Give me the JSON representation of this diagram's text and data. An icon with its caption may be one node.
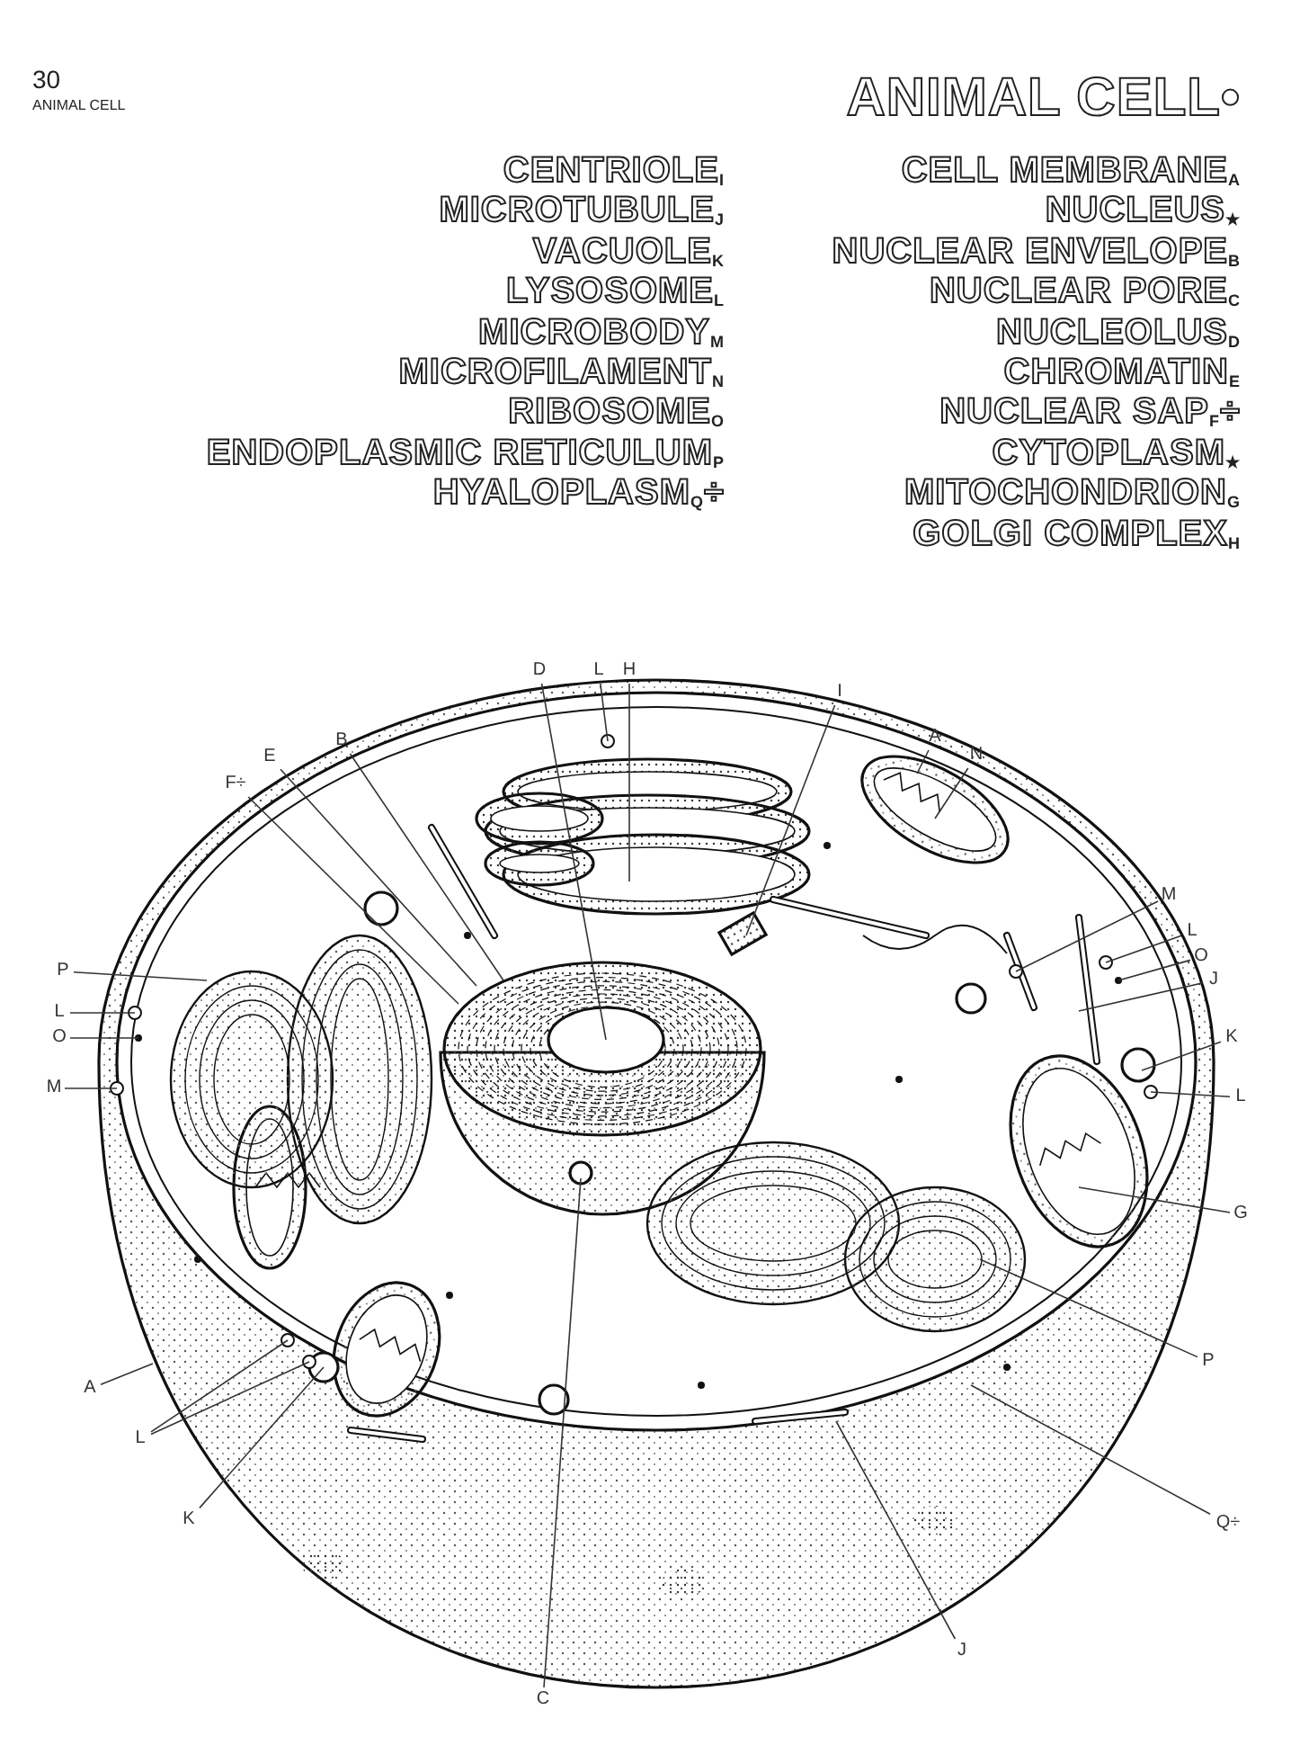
{
  "diagram": {
    "title": "ANIMAL CELL•",
    "nodes": [
      {
        "text": [
          "D"
        ]
      },
      {
        "text": [
          "L"
        ]
      },
      {
        "text": [
          "H"
        ]
      },
      {
        "text": [
          "I"
        ]
      },
      {
        "text": [
          "B"
        ]
      },
      {
        "text": [
          "A"
        ]
      },
      {
        "text": [
          "N"
        ]
      },
      {
        "text": [
          "E"
        ]
      },
      {
        "text": [
          "F÷"
        ]
      },
      {
        "text": [
          "M"
        ]
      },
      {
        "text": [
          "L"
        ]
      },
      {
        "text": [
          "O"
        ]
      },
      {
        "text": [
          "P"
        ]
      },
      {
        "text": [
          "J"
        ]
      },
      {
        "text": [
          "L"
        ]
      },
      {
        "text": [
          "O"
        ]
      },
      {
        "text": [
          "K"
        ]
      },
      {
        "text": [
          "M"
        ]
      },
      {
        "text": [
          "L"
        ]
      },
      {
        "text": [
          "G"
        ]
      },
      {
        "text": [
          "P"
        ]
      },
      {
        "text": [
          "A"
        ]
      },
      {
        "text": [
          "L"
        ]
      },
      {
        "text": [
          "K"
        ]
      },
      {
        "text": [
          "Q÷"
        ]
      },
      {
        "text": [
          "J"
        ]
      },
      {
        "text": [
          "C"
        ]
      }
    ],
    "edges": [
      {
        "from": 0,
        "to": null,
        "arrow": "none"
      },
      {
        "from": 1,
        "to": null,
        "arrow": "none"
      },
      {
        "from": 2,
        "to": null,
        "arrow": "none"
      },
      {
        "from": 3,
        "to": null,
        "arrow": "none"
      },
      {
        "from": 4,
        "to": null,
        "arrow": "none"
      },
      {
        "from": 5,
        "to": null,
        "arrow": "none"
      },
      {
        "from": 6,
        "to": null,
        "arrow": "none"
      },
      {
        "from": 7,
        "to": null,
        "arrow": "none"
      },
      {
        "from": 8,
        "to": null,
        "arrow": "none"
      },
      {
        "from": 9,
        "to": null,
        "arrow": "none"
      },
      {
        "from": 10,
        "to": null,
        "arrow": "none"
      },
      {
        "from": 11,
        "to": null,
        "arrow": "none"
      },
      {
        "from": 12,
        "to": null,
        "arrow": "none"
      },
      {
        "from": 13,
        "to": null,
        "arrow": "none"
      },
      {
        "from": 14,
        "to": null,
        "arrow": "none"
      },
      {
        "from": 15,
        "to": null,
        "arrow": "none"
      },
      {
        "from": 16,
        "to": null,
        "arrow": "none"
      },
      {
        "from": 17,
        "to": null,
        "arrow": "none"
      },
      {
        "from": 18,
        "to": null,
        "arrow": "none"
      },
      {
        "from": 19,
        "to": null,
        "arrow": "none"
      },
      {
        "from": 20,
        "to": null,
        "arrow": "none"
      },
      {
        "from": 21,
        "to": null,
        "arrow": "none"
      },
      {
        "from": 22,
        "to": null,
        "arrow": "none"
      },
      {
        "from": 23,
        "to": null,
        "arrow": "none"
      },
      {
        "from": 24,
        "to": null,
        "arrow": "none"
      },
      {
        "from": 25,
        "to": null,
        "arrow": "none"
      },
      {
        "from": 26,
        "to": null,
        "arrow": "none"
      },
      {
        "from": 22,
        "to": null,
        "arrow": "none"
      }
    ],
    "labels": [
      "30",
      "ANIMAL CELL",
      "CELL MEMBRANE$_{A}$",
      "NUCLEUS$_{★}$",
      "NUCLEAR ENVELOPE$_{B}$",
      "NUCLEAR PORE$_{C}$",
      "NUCLEOLUS$_{D}$",
      "CHROMATIN$_{E}$",
      "NUCLEAR SAP$_{F}$÷",
      "CYTOPLASM$_{★}$",
      "MITOCHONDRION$_{G}$",
      "GOLGI COMPLEX$_{H}$",
      "CENTRIOLE$_{I}$",
      "MICROTUBULE$_{J}$",
      "VACUOLE$_{K}$",
      "LYSOSOME$_{L}$",
      "MICROBODY$_{M}$",
      "MICROFILAMENT$_{N}$",
      "RIBOSOME$_{O}$",
      "ENDOPLASMIC RETICULUM$_{P}$",
      "HYALOPLASM$_{Q}$÷"
    ]
  }
}
